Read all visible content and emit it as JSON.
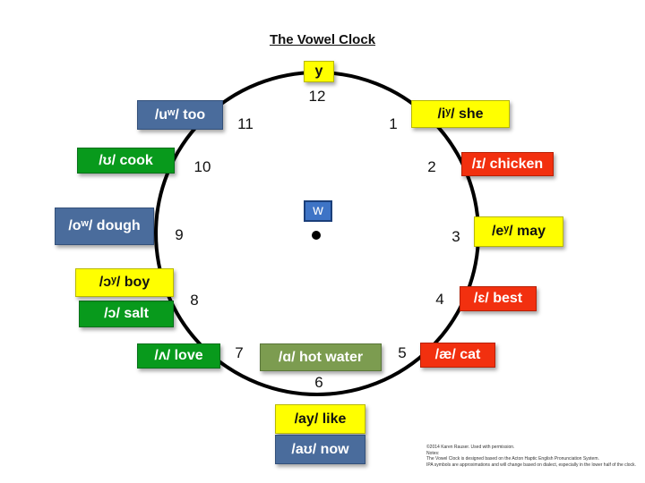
{
  "title": "The Vowel Clock",
  "center_label": "w",
  "numbers": [
    "1",
    "2",
    "3",
    "4",
    "5",
    "6",
    "7",
    "8",
    "9",
    "10",
    "11",
    "12"
  ],
  "boxes": {
    "top": "y",
    "she": "/iʸ/  she",
    "chicken": "/ɪ/ chicken",
    "may": "/eʸ/  may",
    "best": "/ɛ/ best",
    "cat": "/æ/ cat",
    "hot_water": "/ɑ/  hot water",
    "like": "/ay/  like",
    "now": "/aʊ/ now",
    "love": "/ʌ/ love",
    "salt": "/ɔ/  salt",
    "boy": "/ɔʸ/  boy",
    "dough": "/oʷ/  dough",
    "cook": "/ʊ/  cook",
    "too": "/uʷ/  too"
  },
  "notes": [
    "©2014 Karen Rauser. Used with permission.",
    "Notes:",
    "The Vowel Clock is designed based on the Acton Haptic English Pronunciation System.",
    "IPA symbols are approximations and will change based on dialect, especially in the lower half of the clock."
  ],
  "colors": {
    "yellow": "#ffff00",
    "green": "#089a1c",
    "red": "#f2300f",
    "blue": "#4a6c9c",
    "olive": "#7c9c50",
    "center": "#3e74c6"
  }
}
